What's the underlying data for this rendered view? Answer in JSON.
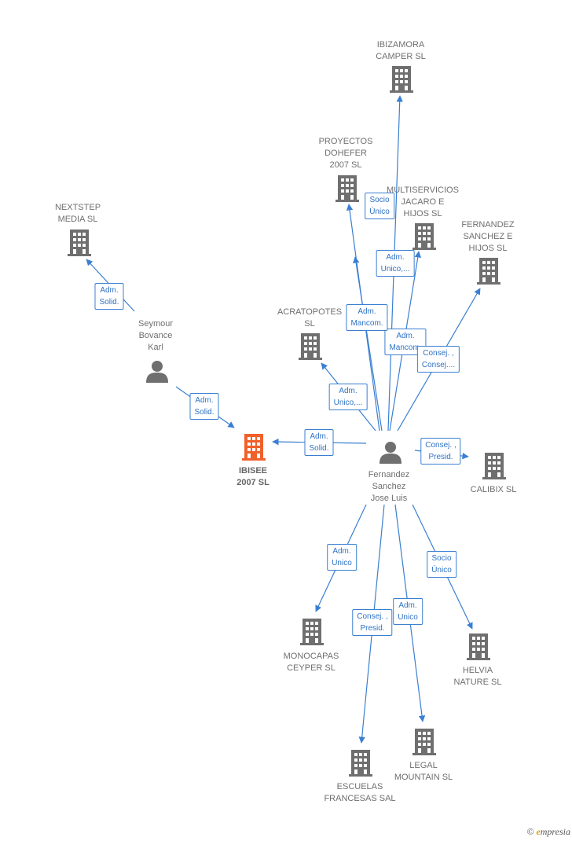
{
  "colors": {
    "link": "#3a7fd1",
    "company": "#6f6f6f",
    "focus": "#f0602b",
    "person": "#6f6f6f"
  },
  "nodes": [
    {
      "id": "ibizamora",
      "type": "company",
      "label_lines": [
        "IBIZAMORA",
        "CAMPER  SL"
      ]
    },
    {
      "id": "proyectos",
      "type": "company",
      "label_lines": [
        "PROYECTOS",
        "DOHEFER",
        "2007 SL"
      ]
    },
    {
      "id": "multiservicios",
      "type": "company",
      "label_lines": [
        "MULTISERVICIOS",
        "JACARO E",
        "HIJOS SL"
      ]
    },
    {
      "id": "nextstep",
      "type": "company",
      "label_lines": [
        "NEXTSTEP",
        "MEDIA  SL"
      ]
    },
    {
      "id": "fernandezsanchezhijos",
      "type": "company",
      "label_lines": [
        "FERNANDEZ",
        "SANCHEZ E",
        "HIJOS SL"
      ]
    },
    {
      "id": "acratopotes",
      "type": "company",
      "label_lines": [
        "ACRATOPOTES",
        "SL"
      ]
    },
    {
      "id": "seymour",
      "type": "person",
      "label_lines": [
        "Seymour",
        "Bovance",
        "Karl"
      ]
    },
    {
      "id": "ibisee",
      "type": "focus",
      "label_lines": [
        "IBISEE",
        "2007  SL"
      ]
    },
    {
      "id": "fernandez",
      "type": "person",
      "label_lines": [
        "Fernandez",
        "Sanchez",
        "Jose Luis"
      ]
    },
    {
      "id": "calibix",
      "type": "company",
      "label_lines": [
        "CALIBIX  SL"
      ]
    },
    {
      "id": "monocapas",
      "type": "company",
      "label_lines": [
        "MONOCAPAS",
        "CEYPER SL"
      ]
    },
    {
      "id": "helvia",
      "type": "company",
      "label_lines": [
        "HELVIA",
        "NATURE SL"
      ]
    },
    {
      "id": "escuelas",
      "type": "company",
      "label_lines": [
        "ESCUELAS",
        "FRANCESAS SAL"
      ]
    },
    {
      "id": "legal",
      "type": "company",
      "label_lines": [
        "LEGAL",
        "MOUNTAIN  SL"
      ]
    }
  ],
  "edges": [
    {
      "from": "fernandez",
      "to": "ibizamora",
      "label_lines": [
        "Adm.",
        "Unico,..."
      ]
    },
    {
      "from": "fernandez",
      "to": "proyectos",
      "label_lines": [
        "Socio",
        "Único"
      ]
    },
    {
      "from": "fernandez",
      "to": "multiservicios",
      "label_lines": [
        "Adm.",
        "Mancom."
      ]
    },
    {
      "from": "fernandez",
      "to": "fernandezsanchezhijos",
      "label_lines": [
        "Consej. ,",
        "Consej...."
      ]
    },
    {
      "from": "fernandez",
      "to": "proyectos",
      "label_lines": [
        "Adm.",
        "Mancom."
      ]
    },
    {
      "from": "fernandez",
      "to": "acratopotes",
      "label_lines": [
        "Adm.",
        "Unico,..."
      ]
    },
    {
      "from": "fernandez",
      "to": "ibisee",
      "label_lines": [
        "Adm.",
        "Solid."
      ]
    },
    {
      "from": "fernandez",
      "to": "calibix",
      "label_lines": [
        "Consej. ,",
        "Presid."
      ]
    },
    {
      "from": "fernandez",
      "to": "monocapas",
      "label_lines": [
        "Adm.",
        "Unico"
      ]
    },
    {
      "from": "fernandez",
      "to": "helvia",
      "label_lines": [
        "Socio",
        "Único"
      ]
    },
    {
      "from": "fernandez",
      "to": "escuelas",
      "label_lines": [
        "Consej. ,",
        "Presid."
      ]
    },
    {
      "from": "fernandez",
      "to": "legal",
      "label_lines": [
        "Adm.",
        "Unico"
      ]
    },
    {
      "from": "seymour",
      "to": "nextstep",
      "label_lines": [
        "Adm.",
        "Solid."
      ]
    },
    {
      "from": "seymour",
      "to": "ibisee",
      "label_lines": [
        "Adm.",
        "Solid."
      ]
    }
  ],
  "brand": {
    "copyright": "©",
    "initial": "e",
    "rest": "mpresia"
  }
}
